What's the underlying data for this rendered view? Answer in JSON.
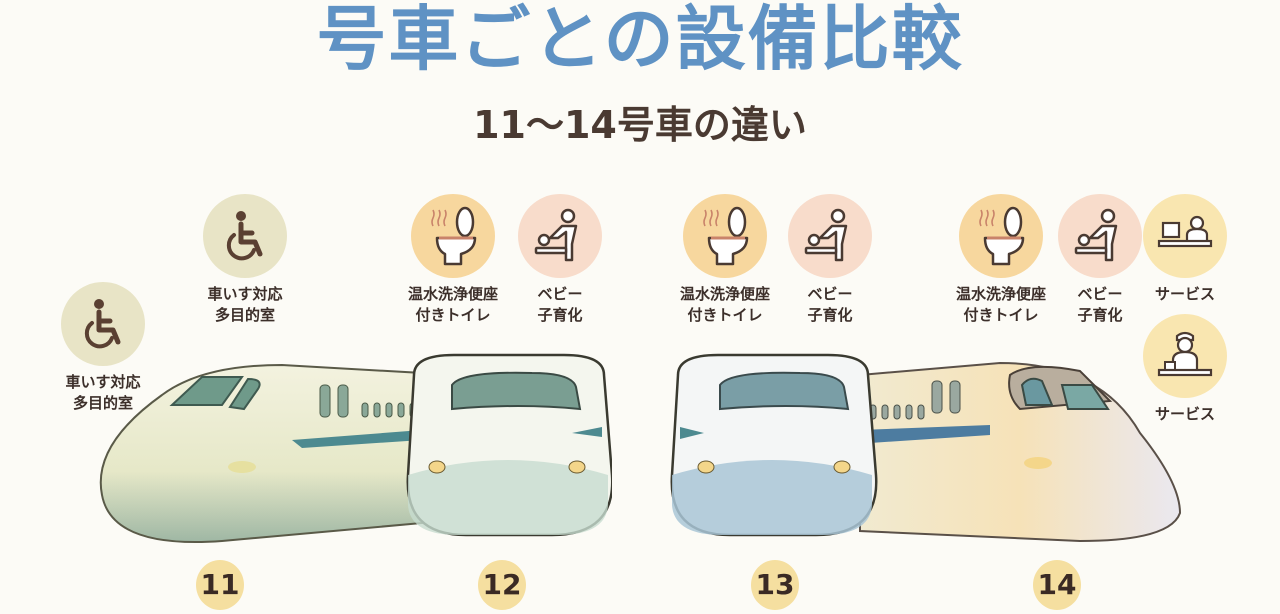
{
  "header": {
    "title": "号車ごとの設備比較",
    "subtitle": "11〜14号車の違い"
  },
  "cars": [
    {
      "number": "11",
      "features": [
        {
          "icon": "wheelchair-icon",
          "label_line1": "車いす対応",
          "label_line2": "多目的室"
        },
        {
          "icon": "wheelchair-icon",
          "label_line1": "車いす対応",
          "label_line2": "多目的室"
        }
      ]
    },
    {
      "number": "12",
      "features": [
        {
          "icon": "heated-toilet-icon",
          "label_line1": "温水洗浄便座",
          "label_line2": "付きトイレ"
        },
        {
          "icon": "baby-changing-icon",
          "label_line1": "ベビー",
          "label_line2": "子育化"
        }
      ]
    },
    {
      "number": "13",
      "features": [
        {
          "icon": "heated-toilet-icon",
          "label_line1": "温水洗浄便座",
          "label_line2": "付きトイレ"
        },
        {
          "icon": "baby-changing-icon",
          "label_line1": "ベビー",
          "label_line2": "子育化"
        }
      ]
    },
    {
      "number": "14",
      "features": [
        {
          "icon": "heated-toilet-icon",
          "label_line1": "温水洗浄便座",
          "label_line2": "付きトイレ"
        },
        {
          "icon": "baby-changing-icon",
          "label_line1": "ベビー",
          "label_line2": "子育化"
        },
        {
          "icon": "service-counter-icon",
          "label_line1": "サービス",
          "label_line2": ""
        },
        {
          "icon": "service-staff-icon",
          "label_line1": "サービス",
          "label_line2": ""
        }
      ]
    }
  ],
  "colors": {
    "title": "#5f92c4",
    "subtitle": "#4a3a32",
    "background": "#fcfbf6",
    "number_badge": "#f5dfa0",
    "wheelchair_circle": "#e8e4c6",
    "toilet_circle": "#f7d79e",
    "baby_circle": "#f8dccb",
    "service_circle": "#f9e6b0",
    "icon_stroke": "#5a4032"
  }
}
